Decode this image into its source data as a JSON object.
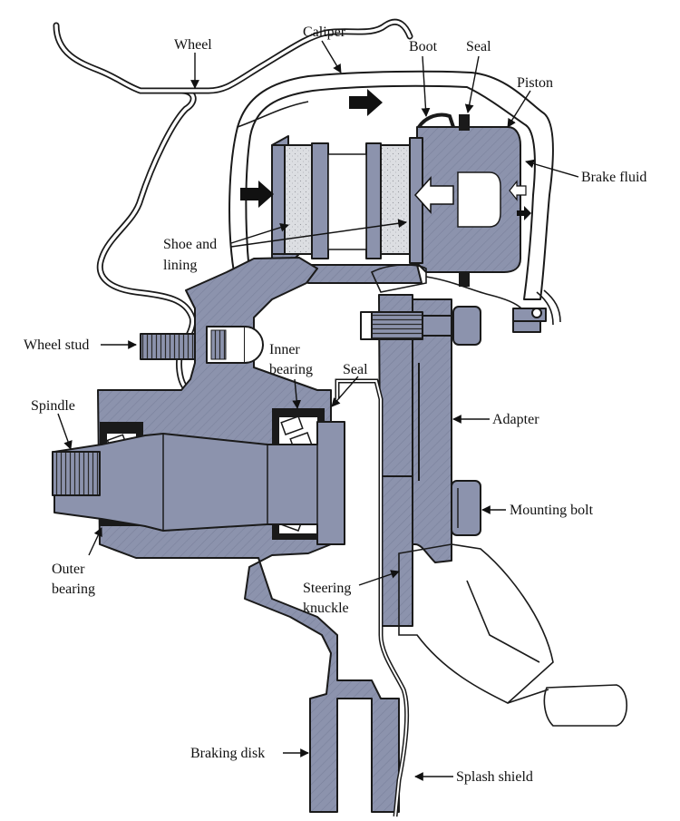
{
  "colors": {
    "metal": "#8c93ad",
    "metal_dark": "#6f7690",
    "lining": "#d9dbdf",
    "outline": "#1a1a1a",
    "background": "#ffffff"
  },
  "labels": {
    "wheel": "Wheel",
    "caliper": "Caliper",
    "boot": "Boot",
    "seal_top": "Seal",
    "piston": "Piston",
    "brake_fluid": "Brake fluid",
    "shoe_and": "Shoe and",
    "lining": "lining",
    "wheel_stud": "Wheel stud",
    "inner": "Inner",
    "bearing_inner": "bearing",
    "seal_mid": "Seal",
    "spindle": "Spindle",
    "adapter": "Adapter",
    "mounting_bolt": "Mounting bolt",
    "outer": "Outer",
    "bearing_outer": "bearing",
    "steering": "Steering",
    "knuckle": "knuckle",
    "braking_disk": "Braking disk",
    "splash_shield": "Splash shield"
  }
}
